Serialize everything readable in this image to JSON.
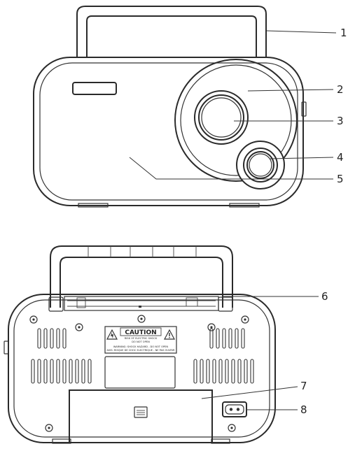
{
  "callouts": {
    "c1": "1",
    "c2": "2",
    "c3": "3",
    "c4": "4",
    "c5": "5",
    "c6": "6",
    "c7": "7",
    "c8": "8"
  },
  "caution_label": {
    "title": "CAUTION",
    "line1": "RISK OF ELECTRIC SHOCK",
    "line2": "DO NOT OPEN",
    "line3": "WARNING: SHOCK HAZARD - DO NOT OPEN",
    "line4": "AVIS: RISQUE DE CHOC ELECTRIQUE - NE PAS OUVRIR"
  }
}
